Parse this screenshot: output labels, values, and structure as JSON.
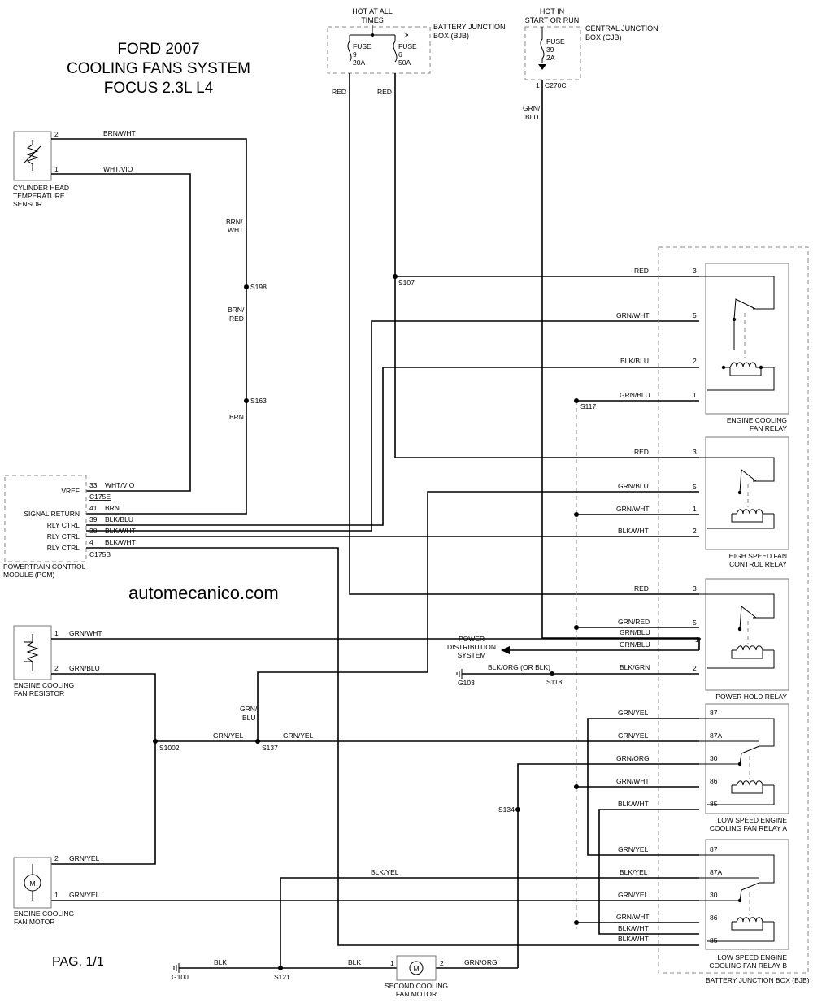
{
  "title": {
    "line1": "FORD 2007",
    "line2": "COOLING FANS SYSTEM",
    "line3": "FOCUS 2.3L L4"
  },
  "watermark": "automecanico.com",
  "page": "PAG. 1/1",
  "power": {
    "hot_at_all_times": [
      "HOT AT ALL",
      "TIMES"
    ],
    "hot_in_start_run": [
      "HOT IN",
      "START OR RUN"
    ],
    "bjb_label": [
      "BATTERY JUNCTION",
      "BOX (BJB)"
    ],
    "cjb_label": [
      "CENTRAL JUNCTION",
      "BOX (CJB)"
    ],
    "fuse9": [
      "FUSE",
      "9",
      "20A"
    ],
    "fuse6": [
      "FUSE",
      "6",
      "50A"
    ],
    "fuse39": [
      "FUSE",
      "39",
      "2A"
    ],
    "c270c": "C270C",
    "pin1": "1"
  },
  "components": {
    "cht_sensor": [
      "CYLINDER HEAD",
      "TEMPERATURE",
      "SENSOR"
    ],
    "pcm": [
      "POWERTRAIN CONTROL",
      "MODULE (PCM)"
    ],
    "fan_resistor": [
      "ENGINE COOLING",
      "FAN RESISTOR"
    ],
    "fan_motor": [
      "ENGINE COOLING",
      "FAN MOTOR"
    ],
    "second_motor": [
      "SECOND COOLING",
      "FAN MOTOR"
    ],
    "relay1": [
      "ENGINE COOLING",
      "FAN RELAY"
    ],
    "relay2": [
      "HIGH SPEED FAN",
      "CONTROL RELAY"
    ],
    "relay3": [
      "POWER HOLD RELAY"
    ],
    "relay4": [
      "LOW SPEED ENGINE",
      "COOLING FAN RELAY A"
    ],
    "relay5": [
      "LOW SPEED ENGINE",
      "COOLING FAN RELAY B"
    ],
    "bjb_box": "BATTERY JUNCTION BOX (BJB)",
    "pds": [
      "POWER",
      "DISTRIBUTION",
      "SYSTEM"
    ],
    "motor_symbol": "M"
  },
  "pcm_pins": {
    "vref": "VREF",
    "signal_return": "SIGNAL RETURN",
    "rly_ctrl": "RLY CTRL",
    "pin33": "33",
    "pin41": "41",
    "pin39": "39",
    "pin38": "38",
    "pin4": "4",
    "c175e": "C175E",
    "c175b": "C175B"
  },
  "wires": {
    "brn_wht": "BRN/WHT",
    "wht_vio": "WHT/VIO",
    "brn_slash": "BRN/",
    "wht": "WHT",
    "red_short": "RED",
    "brn": "BRN",
    "blk_blu": "BLK/BLU",
    "blk_wht": "BLK/WHT",
    "grn_slash": "GRN/",
    "blu": "BLU",
    "grn_blu": "GRN/BLU",
    "grn_wht": "GRN/WHT",
    "red": "RED",
    "grn_red": "GRN/RED",
    "blk_org": "BLK/ORG (OR BLK)",
    "blk_grn": "BLK/GRN",
    "grn_yel": "GRN/YEL",
    "grn_org": "GRN/ORG",
    "blk_yel": "BLK/YEL",
    "blk": "BLK",
    "pin1": "1",
    "pin2": "2"
  },
  "splices": {
    "s198": "S198",
    "s163": "S163",
    "s107": "S107",
    "s117": "S117",
    "s118": "S118",
    "s1002": "S1002",
    "s137": "S137",
    "s134": "S134",
    "s121": "S121",
    "g103": "G103",
    "g100": "G100"
  },
  "relay_pins": {
    "p1": "1",
    "p2": "2",
    "p3": "3",
    "p5": "5",
    "p30": "30",
    "p85": "85",
    "p86": "86",
    "p87": "87",
    "p87a": "87A"
  }
}
